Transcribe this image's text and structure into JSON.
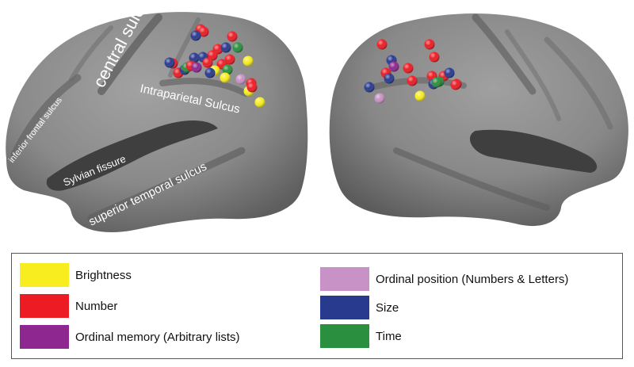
{
  "colors": {
    "brightness": "#f8ee1f",
    "number": "#ed1c24",
    "ordinal_memory": "#8e278f",
    "ordinal_position": "#c992c6",
    "size": "#283a8e",
    "time": "#2a8f3e",
    "brain": "#8c8c8c",
    "brain_dark": "#3a3a3a"
  },
  "labels": {
    "central_sulcus": "central sulcus",
    "intraparietal_sulcus": "Intraparietal Sulcus",
    "inferior_frontal_sulcus": "inferior frontal sulcus",
    "sylvian_fissure": "Sylvian fissure",
    "superior_temporal_sulcus": "superior temporal sulcus"
  },
  "legend": [
    {
      "key": "brightness",
      "label": "Brightness"
    },
    {
      "key": "number",
      "label": "Number"
    },
    {
      "key": "ordinal_memory",
      "label": "Ordinal memory (Arbitrary lists)"
    },
    {
      "key": "ordinal_position",
      "label": "Ordinal position (Numbers & Letters)"
    },
    {
      "key": "size",
      "label": "Size"
    },
    {
      "key": "time",
      "label": "Time"
    }
  ],
  "foci": {
    "left": [
      {
        "c": "number"
      },
      {
        "c": "number"
      },
      {
        "c": "size"
      },
      {
        "c": "number"
      },
      {
        "c": "number"
      },
      {
        "c": "size"
      },
      {
        "c": "number"
      },
      {
        "c": "number"
      },
      {
        "c": "time"
      },
      {
        "c": "brightness"
      },
      {
        "c": "number"
      },
      {
        "c": "size"
      },
      {
        "c": "number"
      },
      {
        "c": "size"
      },
      {
        "c": "time"
      },
      {
        "c": "number"
      },
      {
        "c": "size"
      },
      {
        "c": "number"
      },
      {
        "c": "number"
      },
      {
        "c": "brightness"
      },
      {
        "c": "time"
      },
      {
        "c": "ordinal_position"
      },
      {
        "c": "brightness"
      },
      {
        "c": "number"
      },
      {
        "c": "size"
      },
      {
        "c": "brightness"
      },
      {
        "c": "ordinal_memory"
      },
      {
        "c": "size"
      },
      {
        "c": "brightness"
      },
      {
        "c": "number"
      }
    ],
    "right": [
      {
        "c": "number"
      },
      {
        "c": "number"
      },
      {
        "c": "number"
      },
      {
        "c": "size"
      },
      {
        "c": "ordinal_memory"
      },
      {
        "c": "number"
      },
      {
        "c": "number"
      },
      {
        "c": "size"
      },
      {
        "c": "size"
      },
      {
        "c": "ordinal_position"
      },
      {
        "c": "number"
      },
      {
        "c": "number"
      },
      {
        "c": "number"
      },
      {
        "c": "size"
      },
      {
        "c": "time"
      },
      {
        "c": "size"
      },
      {
        "c": "number"
      },
      {
        "c": "brightness"
      },
      {
        "c": "time"
      },
      {
        "c": "number"
      }
    ]
  }
}
